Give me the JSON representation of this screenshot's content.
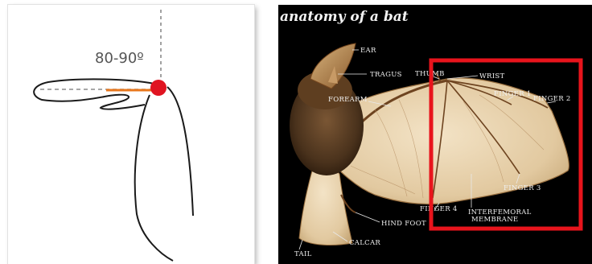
{
  "left_diagram": {
    "angle_label": "80-90º"
  },
  "right_diagram": {
    "title": "anatomy of a bat",
    "labels": {
      "ear": "EAR",
      "tragus": "TRAGUS",
      "thumb": "THUMB",
      "wrist": "WRIST",
      "forearm": "FOREARM",
      "finger1": "FINGER 1",
      "finger2": "FINGER 2",
      "finger3": "FINGER 3",
      "finger4": "FINGER 4",
      "interfemoral_line1": "INTERFEMORAL",
      "interfemoral_line2": "MEMBRANE",
      "hind_foot": "HIND FOOT",
      "calcar": "CALCAR",
      "tail": "TAIL"
    },
    "highlight_color": "#e8141c"
  }
}
